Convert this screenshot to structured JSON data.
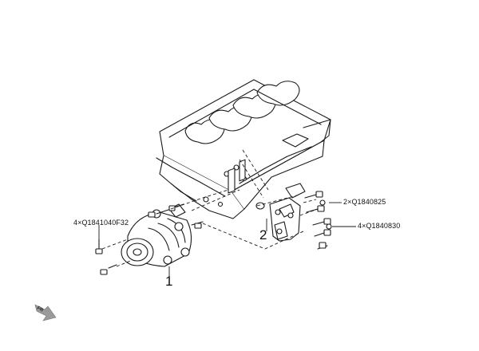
{
  "labels": {
    "bolt_a": "2×Q1840825",
    "bolt_b": "4×Q1840830",
    "bolt_c": "4×Q1841040F32",
    "callout_1": "1",
    "callout_2": "2",
    "front_arrow": "FR"
  },
  "colors": {
    "line": "#1a1a1a",
    "fill": "#ffffff",
    "arrow": "#9a9a9a"
  }
}
